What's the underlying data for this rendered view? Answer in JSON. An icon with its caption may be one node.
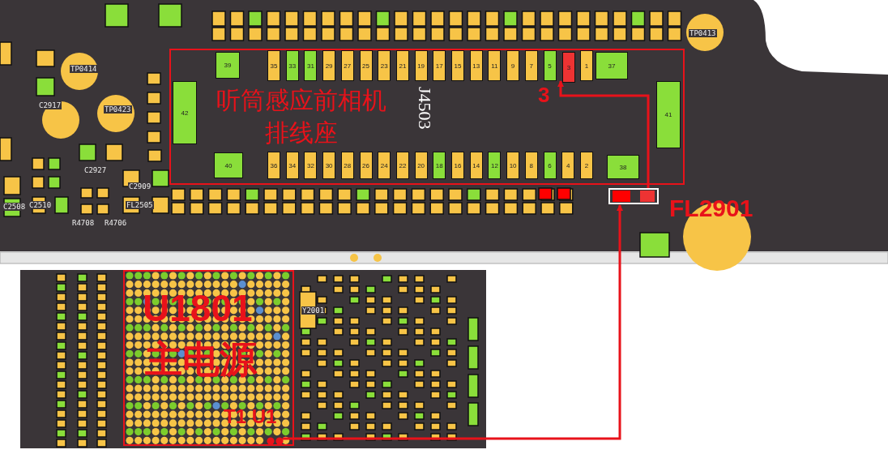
{
  "diagram": {
    "nodes": [
      {
        "text": [
          "听筒感应前相机排线座",
          "J4503"
        ]
      },
      {
        "text": [
          "3"
        ],
        "in": 0,
        "beside": [
          "3"
        ]
      },
      {
        "text": [],
        "shape": "box",
        "beside": [
          "FL2901"
        ]
      },
      {
        "text": [
          "U1801",
          "主电源"
        ]
      },
      {
        "text": [],
        "shape": "circle",
        "in": 3,
        "beside": [
          "T1 U1"
        ]
      }
    ],
    "edges": [
      {
        "from": 4,
        "to": 2,
        "arrow": "to"
      },
      {
        "from": 2,
        "to": 1,
        "arrow": "to"
      }
    ],
    "labels": [
      "39",
      "35",
      "33",
      "31",
      "29",
      "27",
      "25",
      "23",
      "21",
      "19",
      "17",
      "15",
      "13",
      "11",
      "9",
      "7",
      "5",
      "1",
      "37",
      "42",
      "41",
      "40",
      "36",
      "34",
      "32",
      "30",
      "28",
      "26",
      "24",
      "22",
      "20",
      "18",
      "16",
      "14",
      "12",
      "10",
      "8",
      "6",
      "4",
      "2",
      "38",
      "TP0414",
      "C2917",
      "TP0423",
      "C2927",
      "C2909",
      "C2508",
      "C2510",
      "FL2505",
      "R4708",
      "R4706",
      "TP0413",
      "Y2001"
    ]
  }
}
